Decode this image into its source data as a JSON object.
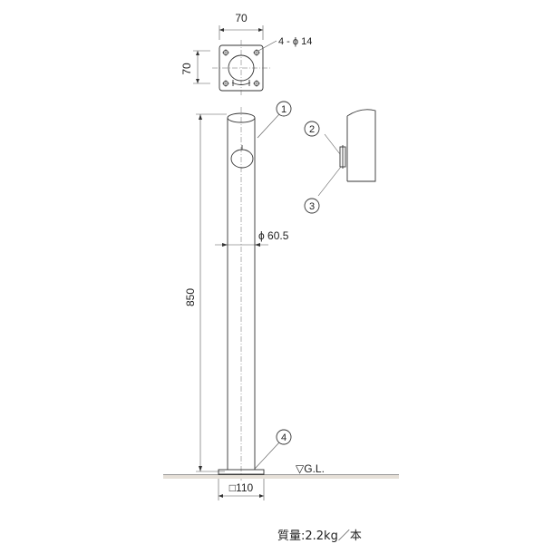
{
  "top_view": {
    "width_dim": "70",
    "height_dim": "70",
    "hole_spec": "4 - ϕ 14"
  },
  "post": {
    "height_dim": "850",
    "diameter_dim": "ϕ 60.5",
    "base_dim": "□110"
  },
  "ground": {
    "label": "▽G.L."
  },
  "callouts": [
    "1",
    "2",
    "3",
    "4"
  ],
  "weight": "質量:2.2kg／本"
}
